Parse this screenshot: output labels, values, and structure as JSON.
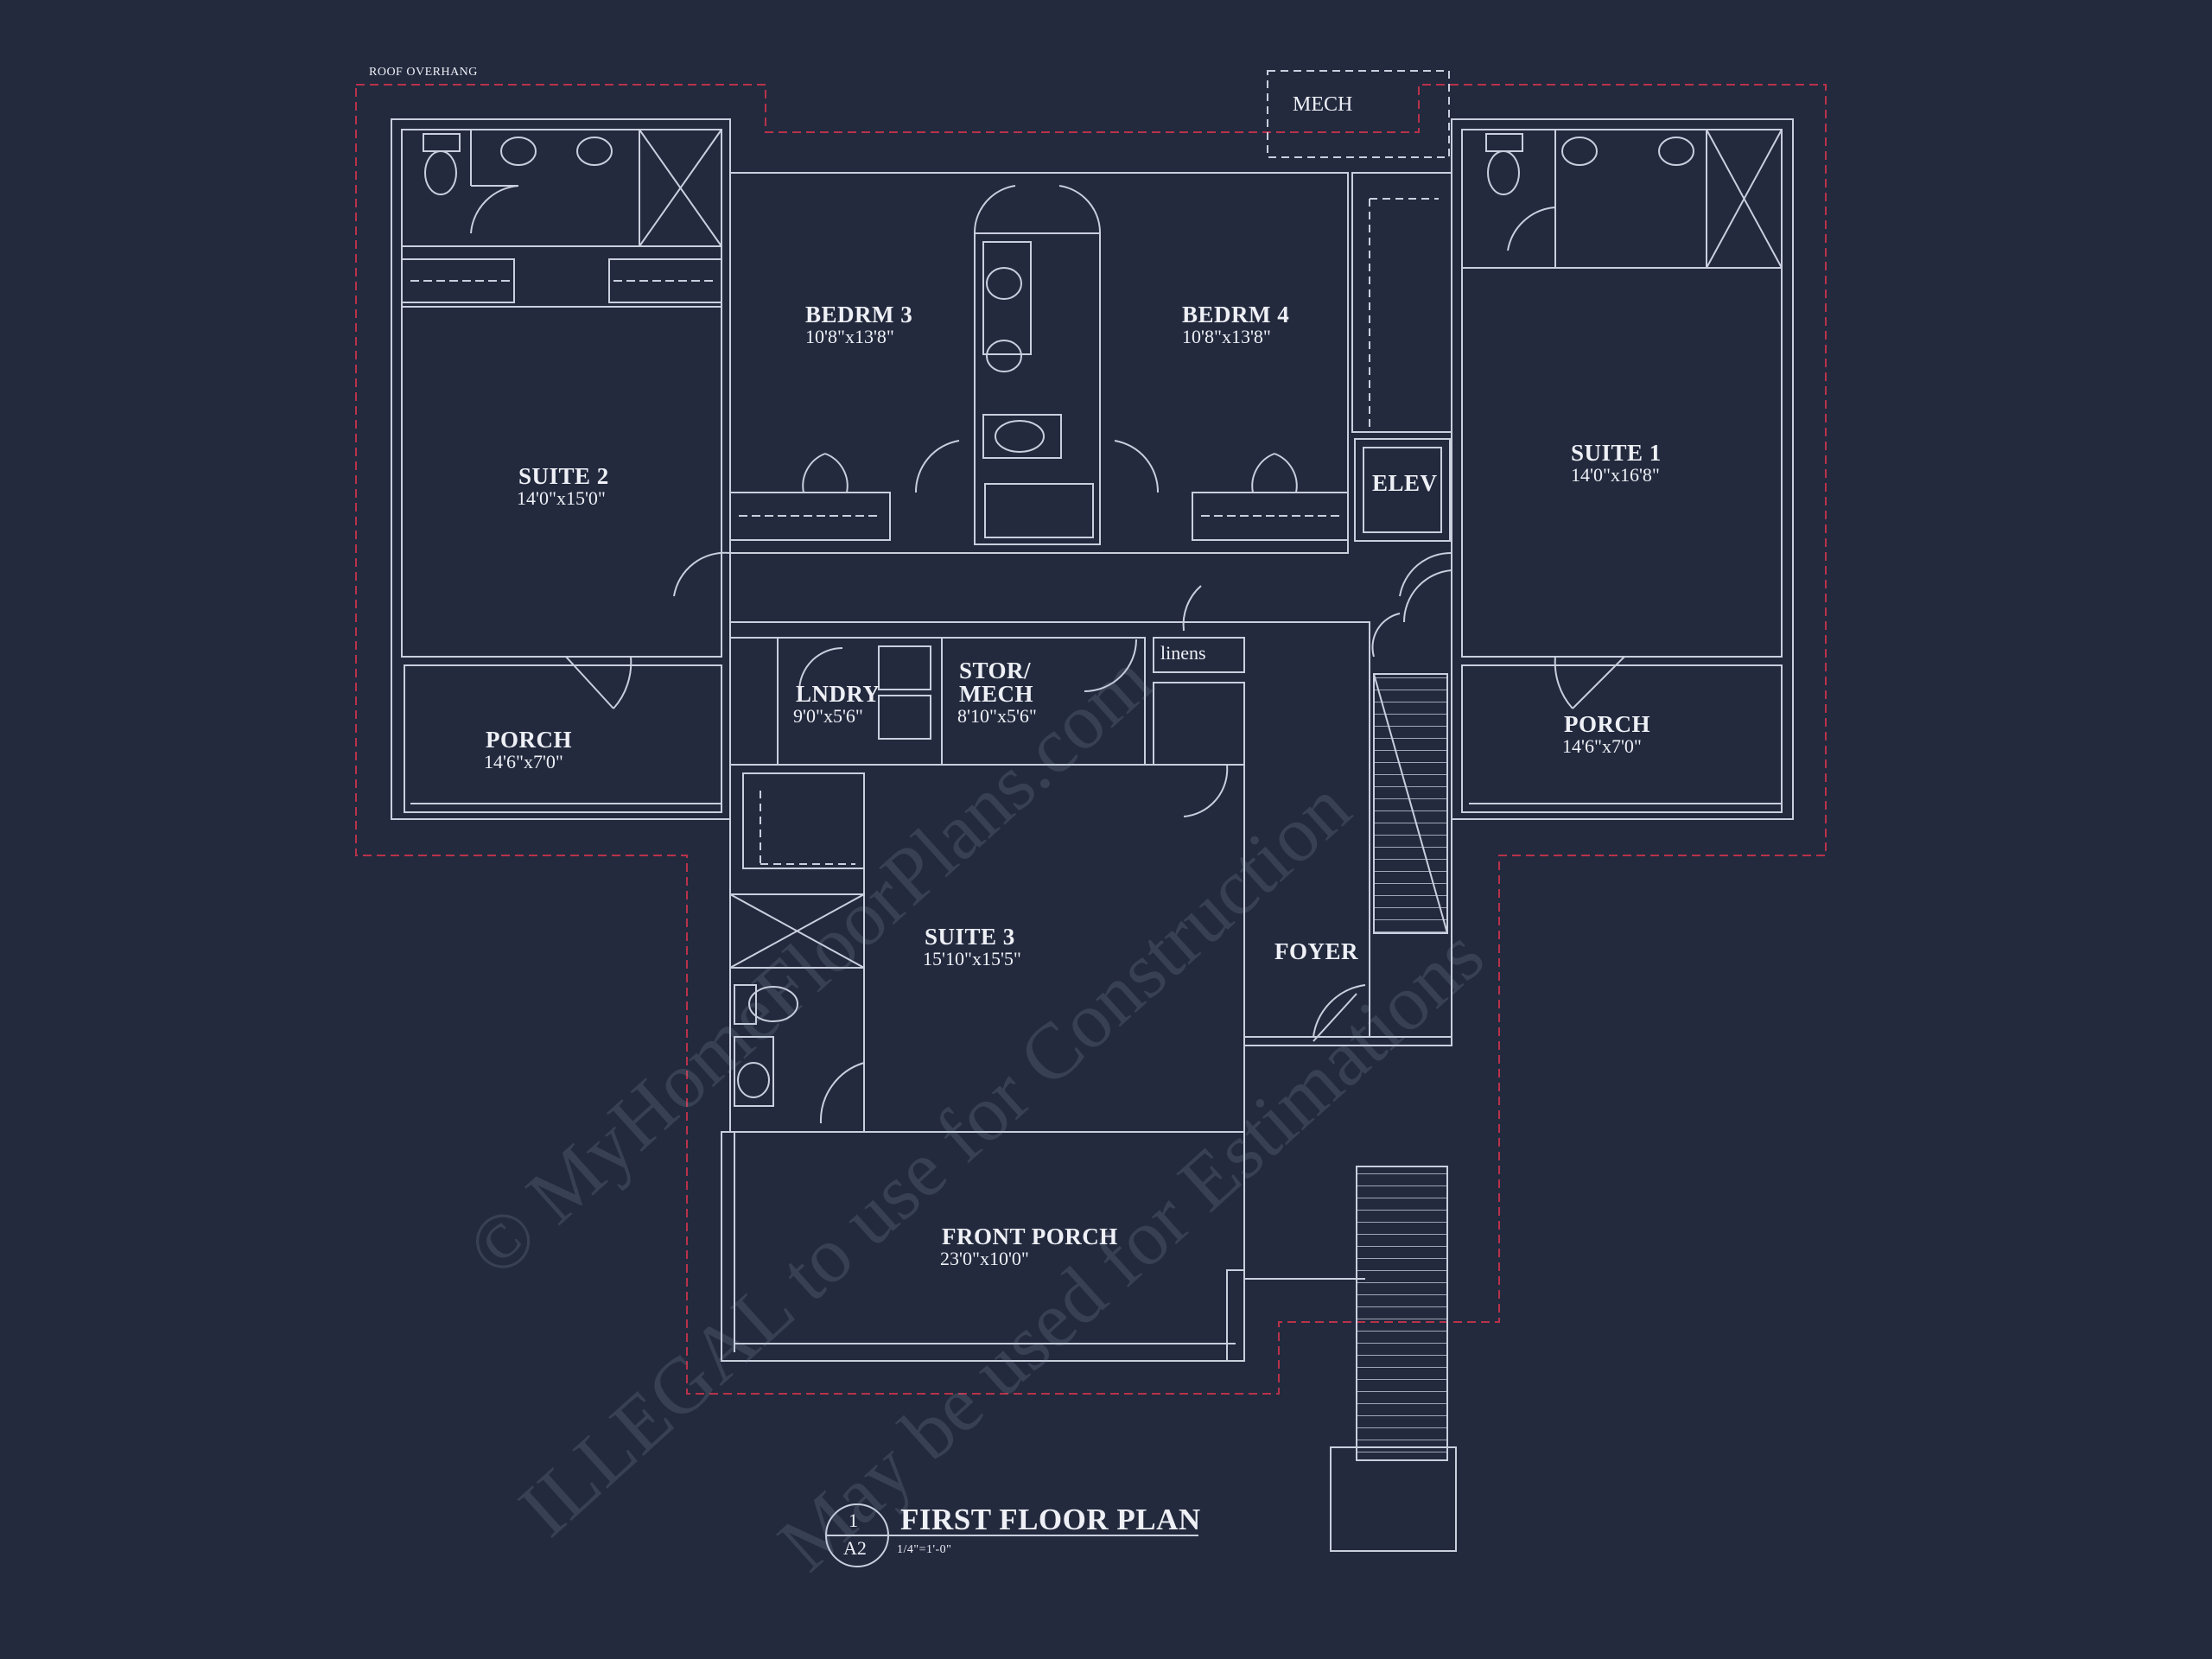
{
  "plan": {
    "overhang_label": "ROOF OVERHANG",
    "rooms": {
      "mech_top": "MECH",
      "bedrm3": {
        "name": "BEDRM 3",
        "dim": "10'8\"x13'8\""
      },
      "bedrm4": {
        "name": "BEDRM 4",
        "dim": "10'8\"x13'8\""
      },
      "suite2": {
        "name": "SUITE 2",
        "dim": "14'0\"x15'0\""
      },
      "suite1": {
        "name": "SUITE 1",
        "dim": "14'0\"x16'8\""
      },
      "elev": "ELEV",
      "linens": "linens",
      "lndry": {
        "name": "LNDRY",
        "dim": "9'0\"x5'6\""
      },
      "stor": {
        "name_line1": "STOR/",
        "name_line2": "MECH",
        "dim": "8'10\"x5'6\""
      },
      "porch_left": {
        "name": "PORCH",
        "dim": "14'6\"x7'0\""
      },
      "porch_right": {
        "name": "PORCH",
        "dim": "14'6\"x7'0\""
      },
      "suite3": {
        "name": "SUITE 3",
        "dim": "15'10\"x15'5\""
      },
      "foyer": "FOYER",
      "front_porch": {
        "name": "FRONT PORCH",
        "dim": "23'0\"x10'0\""
      }
    },
    "title_block": {
      "sheet_number": "1",
      "sheet_ref": "A2",
      "title": "FIRST FLOOR PLAN",
      "scale": "1/4\"=1'-0\""
    },
    "watermark": {
      "line1": "© MyHomeFloorPlans.com",
      "line2": "ILLEGAL to use for Construction",
      "line3": "May be used for Estimations"
    }
  },
  "colors": {
    "background": "#232a3e",
    "lines": "#c9cfdd",
    "overhang": "#b8324a",
    "text": "#eef0f6"
  }
}
